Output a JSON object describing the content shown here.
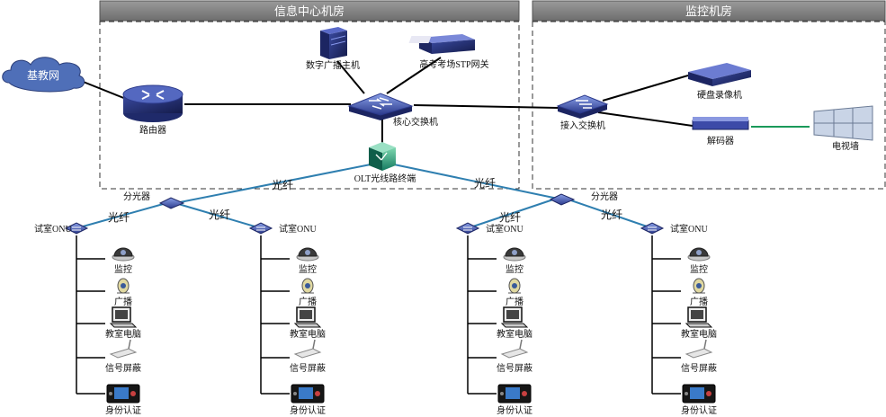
{
  "rooms": {
    "info_center": "信息中心机房",
    "monitor_room": "监控机房"
  },
  "network": {
    "jiaoyu_net": "基教网",
    "router": "路由器",
    "digital_broadcast_host": "数字广播主机",
    "exam_stp_gateway": "高考考场STP网关",
    "core_switch": "核心交换机",
    "olt": "OLT光线路终端",
    "access_switch": "接入交换机",
    "hdd_recorder": "硬盘录像机",
    "decoder": "解码器",
    "tv_wall": "电视墙"
  },
  "fiber_label": "光纤",
  "splitter_label": "分光器",
  "onu_label": "试室ONU",
  "endpoints": [
    "监控",
    "广播",
    "教室电脑",
    "信号屏蔽",
    "身份认证"
  ],
  "colors": {
    "title_bar": "#7f7f7f",
    "fiber_line": "#2f7fb0",
    "green_line": "#1a9a5a",
    "device_blue": "#2e3c8c",
    "cloud_blue": "#4f6fb8"
  },
  "icons": {
    "router": "router-icon",
    "switch": "switch-icon",
    "server": "server-icon",
    "camera": "camera-icon",
    "speaker": "speaker-icon",
    "computer": "computer-icon",
    "ap": "wireless-ap-icon",
    "id_reader": "id-reader-icon"
  }
}
